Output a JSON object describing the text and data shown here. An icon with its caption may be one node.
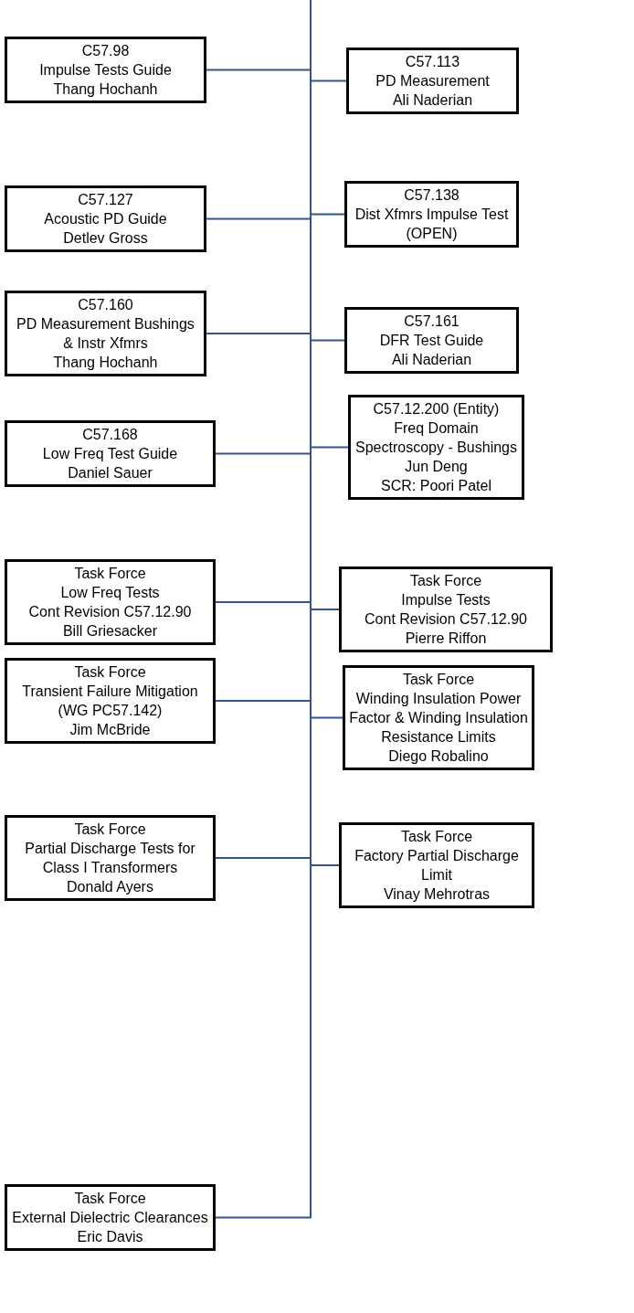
{
  "diagram": {
    "nodes": [
      {
        "text": [
          "C57.98",
          "Impulse Tests Guide",
          "Thang Hochanh"
        ]
      },
      {
        "text": [
          "C57.113",
          "PD Measurement",
          "Ali Naderian"
        ]
      },
      {
        "text": [
          "C57.127",
          "Acoustic PD Guide",
          "Detlev Gross"
        ]
      },
      {
        "text": [
          "C57.138",
          "Dist Xfmrs Impulse Test",
          "(OPEN)"
        ]
      },
      {
        "text": [
          "C57.160",
          "PD Measurement Bushings & Instr Xfmrs",
          "Thang Hochanh"
        ]
      },
      {
        "text": [
          "C57.161",
          "DFR Test Guide",
          "Ali Naderian"
        ]
      },
      {
        "text": [
          "C57.168",
          "Low Freq Test Guide",
          "Daniel Sauer"
        ]
      },
      {
        "text": [
          "C57.12.200 (Entity)",
          "Freq Domain Spectroscopy - Bushings",
          "Jun Deng",
          "SCR: Poori Patel"
        ]
      },
      {
        "text": [
          "Task Force",
          "Low Freq Tests",
          "Cont Revision C57.12.90",
          "Bill Griesacker"
        ]
      },
      {
        "text": [
          "Task Force",
          "Impulse Tests",
          "Cont Revision C57.12.90",
          "Pierre Riffon"
        ]
      },
      {
        "text": [
          "Task Force",
          "Transient Failure Mitigation",
          "(WG PC57.142)",
          "Jim McBride"
        ]
      },
      {
        "text": [
          "Task Force",
          "Winding Insulation Power Factor & Winding Insulation Resistance Limits",
          "Diego Robalino"
        ]
      },
      {
        "text": [
          "Task Force",
          "Partial Discharge Tests for Class I Transformers",
          "Donald Ayers"
        ]
      },
      {
        "text": [
          "Task Force",
          "Factory Partial Discharge Limit",
          "Vinay Mehrotras"
        ]
      },
      {
        "text": [
          "Task Force",
          "External Dielectric Clearances",
          "Eric Davis"
        ]
      }
    ],
    "edges": [
      {
        "from": null,
        "to": 0,
        "arrow": "none"
      },
      {
        "from": null,
        "to": 1,
        "arrow": "none"
      },
      {
        "from": null,
        "to": 2,
        "arrow": "none"
      },
      {
        "from": null,
        "to": 3,
        "arrow": "none"
      },
      {
        "from": null,
        "to": 4,
        "arrow": "none"
      },
      {
        "from": null,
        "to": 5,
        "arrow": "none"
      },
      {
        "from": null,
        "to": 6,
        "arrow": "none"
      },
      {
        "from": null,
        "to": 7,
        "arrow": "none"
      },
      {
        "from": null,
        "to": 8,
        "arrow": "none"
      },
      {
        "from": null,
        "to": 9,
        "arrow": "none"
      },
      {
        "from": null,
        "to": 10,
        "arrow": "none"
      },
      {
        "from": null,
        "to": 11,
        "arrow": "none"
      },
      {
        "from": null,
        "to": 12,
        "arrow": "none"
      },
      {
        "from": null,
        "to": 13,
        "arrow": "none"
      },
      {
        "from": null,
        "to": 14,
        "arrow": "none"
      }
    ]
  }
}
